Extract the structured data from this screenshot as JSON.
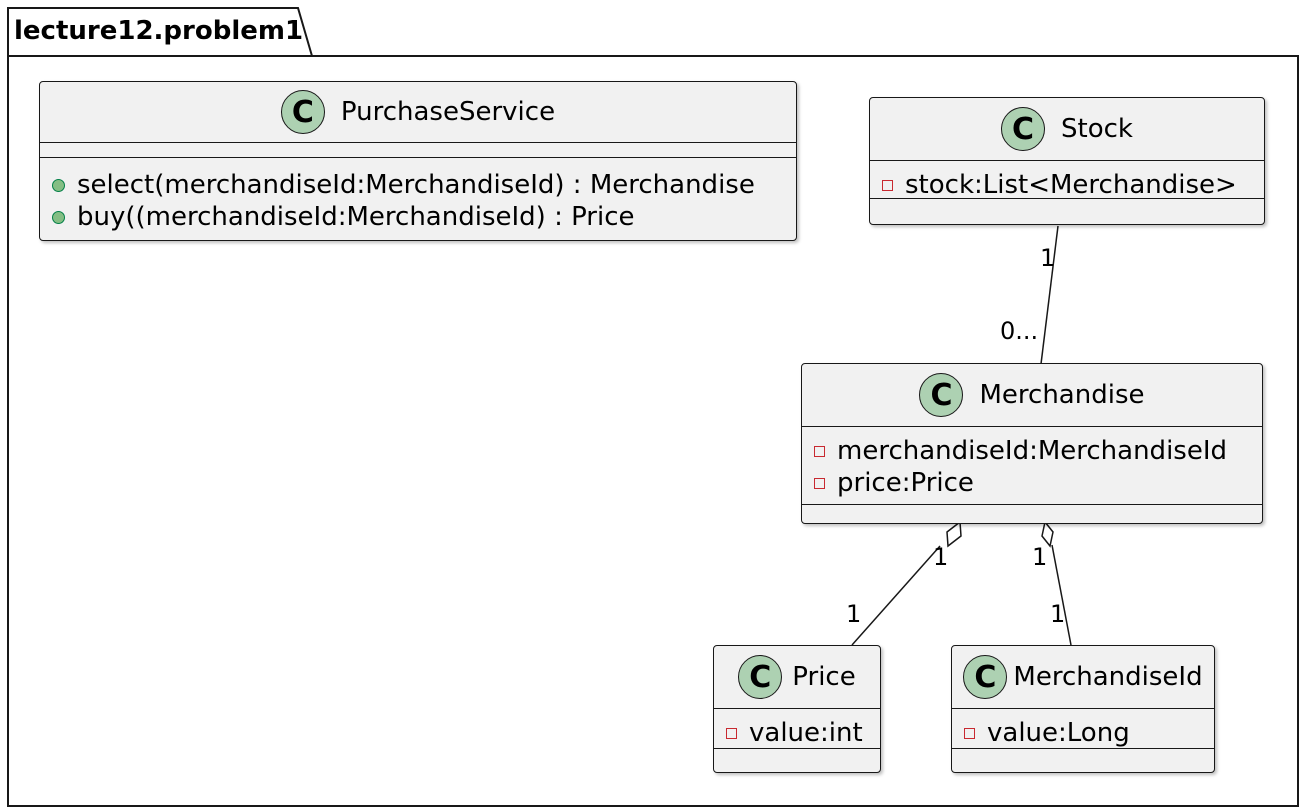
{
  "package": {
    "name": "lecture12.problem1"
  },
  "classes": {
    "purchase_service": {
      "badge": "C",
      "name": "PurchaseService",
      "methods": [
        "select(merchandiseId:MerchandiseId) : Merchandise",
        "buy((merchandiseId:MerchandiseId) : Price"
      ]
    },
    "stock": {
      "badge": "C",
      "name": "Stock",
      "fields": [
        "stock:List<Merchandise>"
      ]
    },
    "merchandise": {
      "badge": "C",
      "name": "Merchandise",
      "fields": [
        "merchandiseId:MerchandiseId",
        "price:Price"
      ]
    },
    "price": {
      "badge": "C",
      "name": "Price",
      "fields": [
        "value:int"
      ]
    },
    "merchandise_id": {
      "badge": "C",
      "name": "MerchandiseId",
      "fields": [
        "value:Long"
      ]
    }
  },
  "relations": {
    "stock_merchandise": {
      "source_mult": "1",
      "target_mult": "0..."
    },
    "merchandise_price": {
      "source_mult": "1",
      "target_mult": "1"
    },
    "merchandise_merchandiseid": {
      "source_mult": "1",
      "target_mult": "1"
    }
  },
  "colors": {
    "class_fill": "#f1f1f1",
    "badge_fill": "#add1b2",
    "private_marker": "#c82930",
    "public_marker": "#84be84",
    "border": "#181818"
  }
}
